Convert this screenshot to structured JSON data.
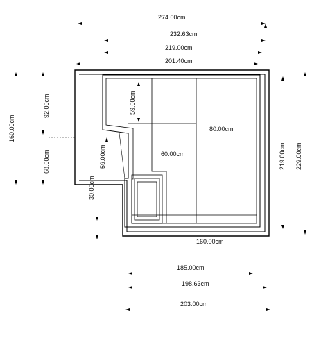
{
  "title": "",
  "dimensions": {
    "top_overall": "274.00cm",
    "top_2": "232.63cm",
    "top_3": "219.00cm",
    "top_4": "201.40cm",
    "left_overall": "160.00cm",
    "left_upper": "92.00cm",
    "left_lower": "68.00cm",
    "nook_height": "59.00cm",
    "step_height": "59.00cm",
    "step_bottom": "30.00cm",
    "tub_width": "80.00cm",
    "inner_width": "60.00cm",
    "right_inner": "219.00cm",
    "right_outer": "229.00cm",
    "bottom_inner": "160.00cm",
    "bottom_1": "185.00cm",
    "bottom_2": "198.63cm",
    "bottom_3": "203.00cm"
  }
}
